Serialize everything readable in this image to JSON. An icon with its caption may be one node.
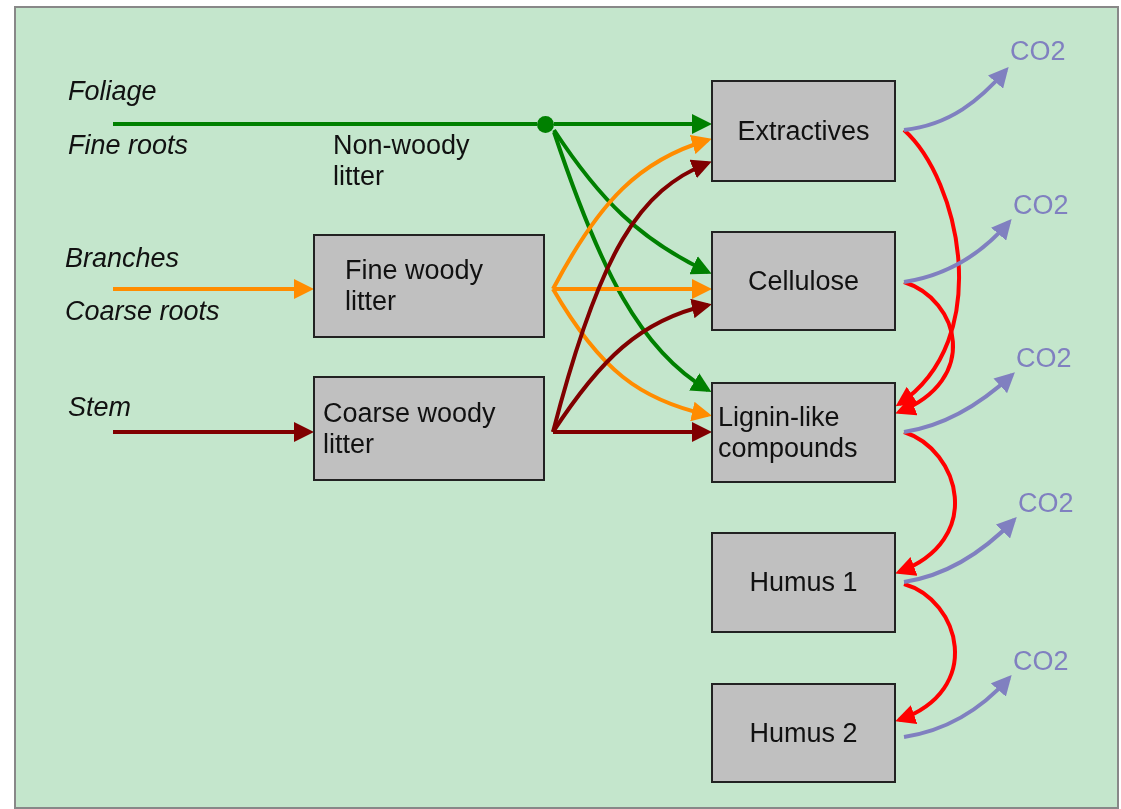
{
  "diagram": {
    "nodes": [
      {
        "text": [],
        "shape": "circle"
      },
      {
        "text": [
          "Fine woody litter"
        ]
      },
      {
        "text": [
          "Coarse woody litter"
        ]
      },
      {
        "text": [
          "Extractives"
        ]
      },
      {
        "text": [
          "Cellulose"
        ]
      },
      {
        "text": [
          "Lignin-like compounds"
        ]
      },
      {
        "text": [
          "Humus 1"
        ]
      },
      {
        "text": [
          "Humus 2"
        ]
      },
      {
        "text": [
          "CO2"
        ]
      },
      {
        "text": [
          "CO2"
        ]
      },
      {
        "text": [
          "CO2"
        ]
      },
      {
        "text": [
          "CO2"
        ]
      },
      {
        "text": [
          "CO2"
        ]
      }
    ],
    "edges": [
      {
        "from": null,
        "to": 1,
        "arrow": "to",
        "color": "#ff8c00"
      },
      {
        "from": null,
        "to": 2,
        "arrow": "to",
        "color": "#800000"
      },
      {
        "from": null,
        "to": 0,
        "arrow": "none",
        "color": "#008000"
      },
      {
        "from": 0,
        "to": 3,
        "arrow": "to",
        "color": "#008000"
      },
      {
        "from": 0,
        "to": 4,
        "arrow": "to",
        "color": "#008000"
      },
      {
        "from": 0,
        "to": 5,
        "arrow": "to",
        "color": "#008000"
      },
      {
        "from": 1,
        "to": 3,
        "arrow": "to",
        "color": "#ff8c00"
      },
      {
        "from": 1,
        "to": 4,
        "arrow": "to",
        "color": "#ff8c00"
      },
      {
        "from": 1,
        "to": 5,
        "arrow": "to",
        "color": "#ff8c00"
      },
      {
        "from": 2,
        "to": 3,
        "arrow": "to",
        "color": "#800000"
      },
      {
        "from": 2,
        "to": 4,
        "arrow": "to",
        "color": "#800000"
      },
      {
        "from": 2,
        "to": 5,
        "arrow": "to",
        "color": "#800000"
      },
      {
        "from": 3,
        "to": 5,
        "arrow": "to",
        "color": "#ff0000"
      },
      {
        "from": 4,
        "to": 5,
        "arrow": "to",
        "color": "#ff0000"
      },
      {
        "from": 5,
        "to": 6,
        "arrow": "to",
        "color": "#ff0000"
      },
      {
        "from": 6,
        "to": 7,
        "arrow": "to",
        "color": "#ff0000"
      },
      {
        "from": 3,
        "to": 8,
        "arrow": "to"
      },
      {
        "from": 4,
        "to": 9,
        "arrow": "to"
      },
      {
        "from": 5,
        "to": 10,
        "arrow": "to"
      },
      {
        "from": 6,
        "to": 11,
        "arrow": "to"
      },
      {
        "from": 7,
        "to": 12,
        "arrow": "to"
      }
    ],
    "labels": [
      "Foliage",
      "Fine roots",
      "Non-woody litter",
      "Branches",
      "Coarse roots",
      "Stem"
    ]
  }
}
